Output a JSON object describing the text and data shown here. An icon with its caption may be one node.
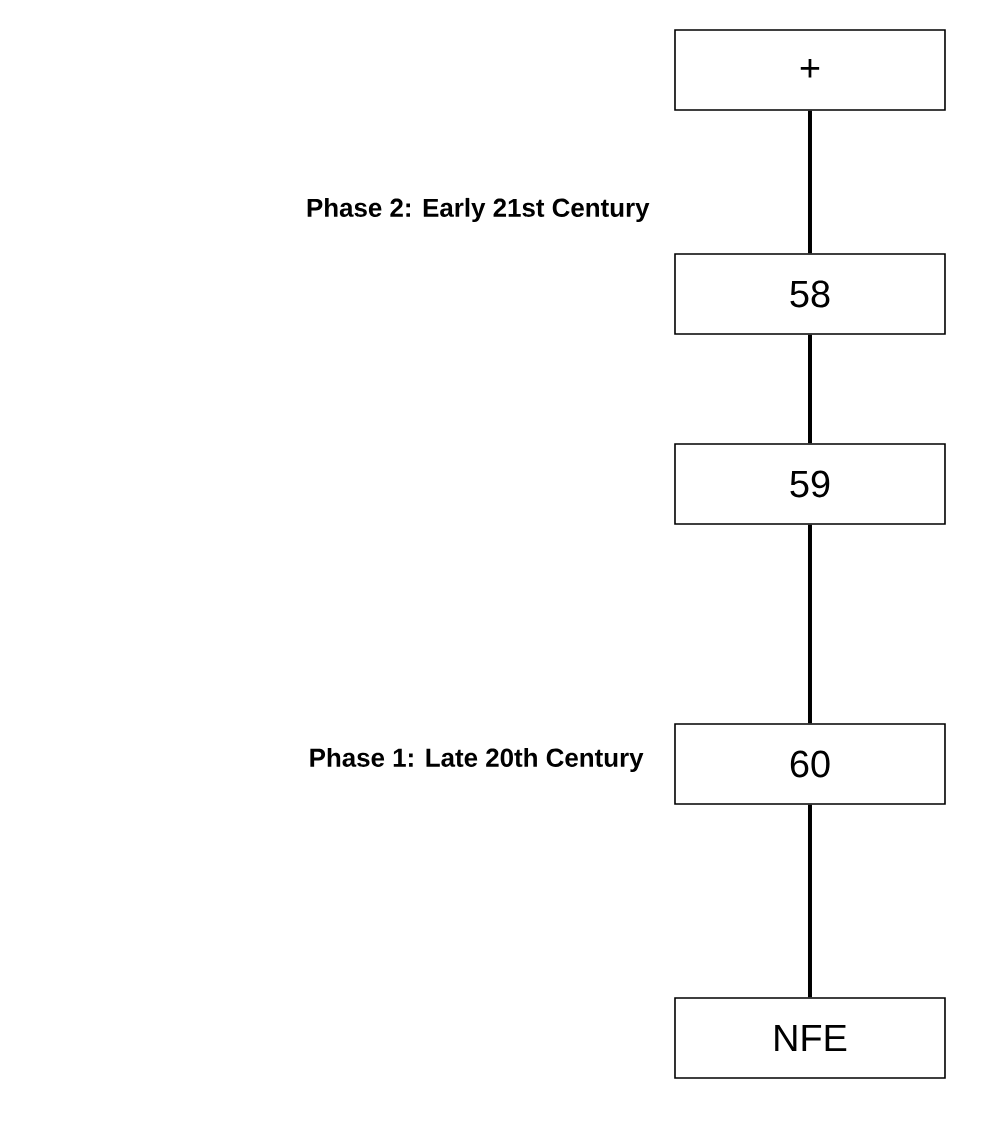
{
  "diagram": {
    "nodes": [
      {
        "text": [
          "+"
        ]
      },
      {
        "text": [
          "58"
        ]
      },
      {
        "text": [
          "59"
        ]
      },
      {
        "text": [
          "60"
        ]
      },
      {
        "text": [
          "NFE"
        ]
      }
    ],
    "edges": [
      {
        "from": 0,
        "to": 1,
        "arrow": "none"
      },
      {
        "from": 1,
        "to": 2,
        "arrow": "none"
      },
      {
        "from": 2,
        "to": 3,
        "arrow": "none"
      },
      {
        "from": 3,
        "to": 4,
        "arrow": "none"
      }
    ],
    "labels": [
      "Phase 2: Early 21st Century",
      "Phase 1: Late 20th Century"
    ]
  }
}
